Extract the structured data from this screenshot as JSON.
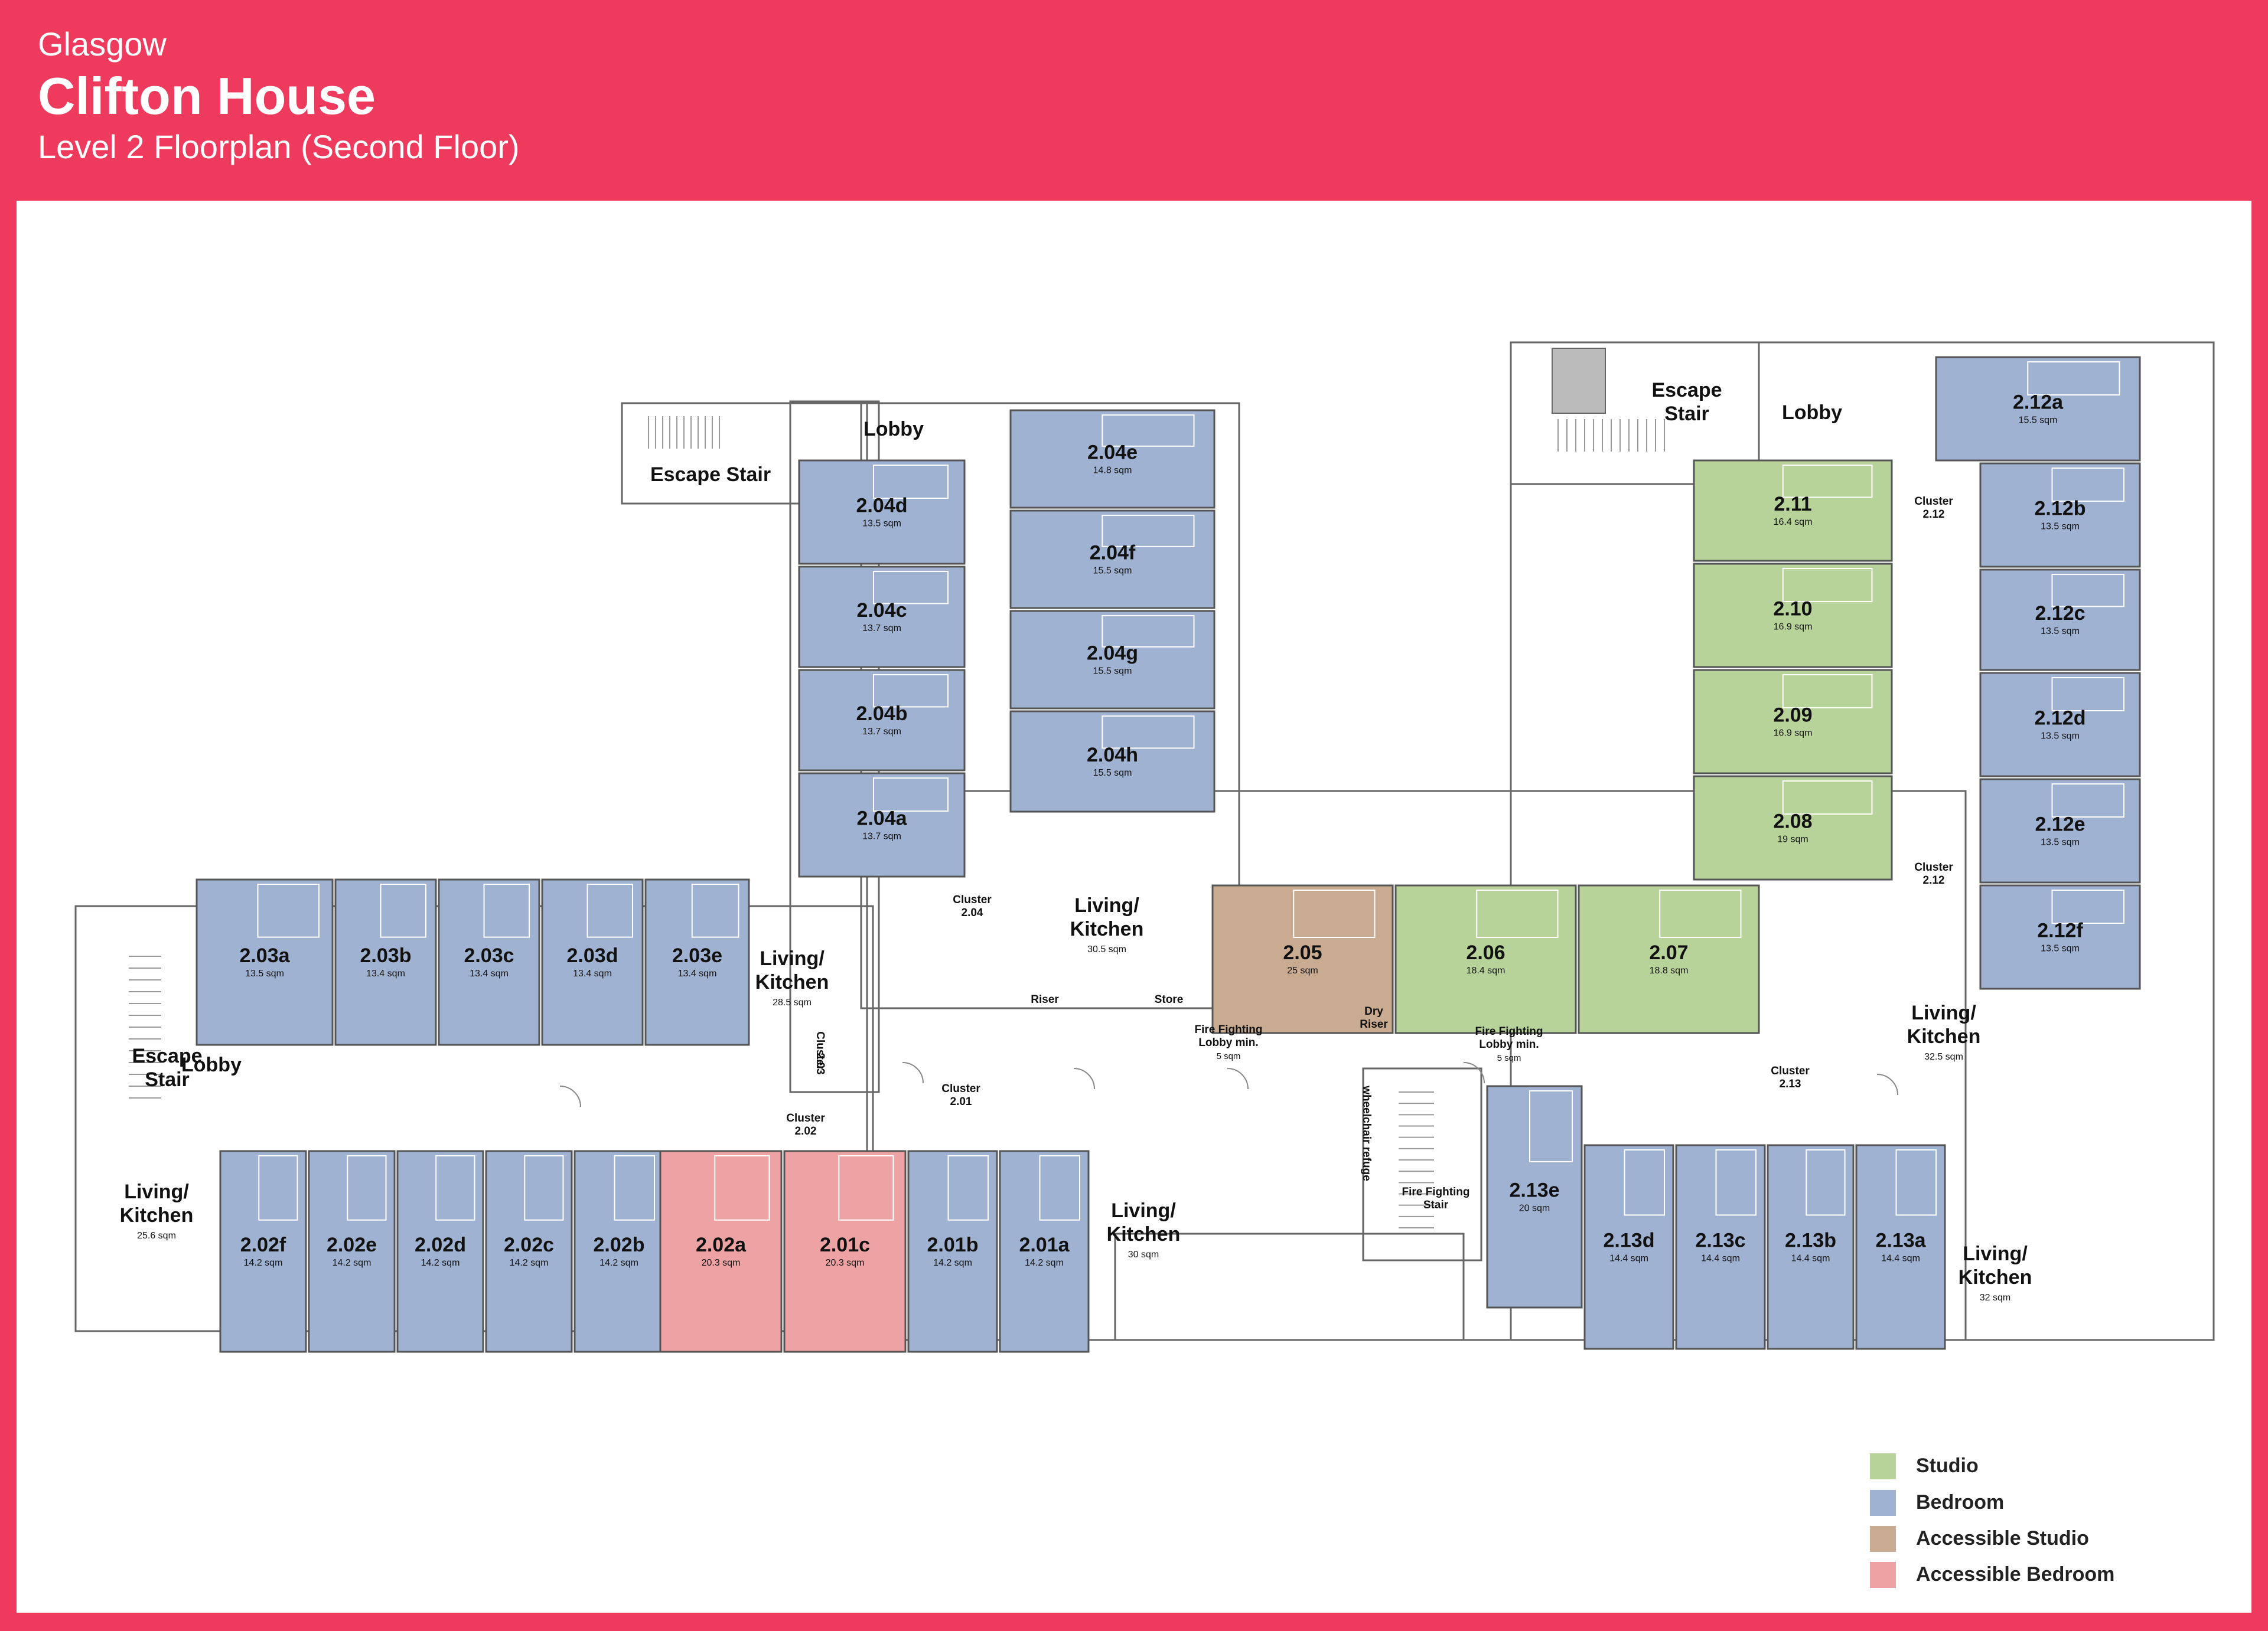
{
  "header": {
    "city": "Glasgow",
    "building": "Clifton House",
    "floor_title": "Level 2 Floorplan (Second Floor)"
  },
  "colors": {
    "header_bg": "#ee3a5c",
    "studio": "#b8d39a",
    "bedroom": "#9fb2d1",
    "accessible_studio": "#c9ab92",
    "accessible_bedroom": "#eda3a3"
  },
  "legend": [
    {
      "key": "studio",
      "label": "Studio"
    },
    {
      "key": "bedroom",
      "label": "Bedroom"
    },
    {
      "key": "accessible_studio",
      "label": "Accessible Studio"
    },
    {
      "key": "accessible_bedroom",
      "label": "Accessible Bedroom"
    }
  ],
  "rooms": [
    {
      "id": "2.04d",
      "area": "13.5 sqm",
      "type": "bedroom"
    },
    {
      "id": "2.04c",
      "area": "13.7 sqm",
      "type": "bedroom"
    },
    {
      "id": "2.04b",
      "area": "13.7 sqm",
      "type": "bedroom"
    },
    {
      "id": "2.04a",
      "area": "13.7 sqm",
      "type": "bedroom"
    },
    {
      "id": "2.04e",
      "area": "14.8 sqm",
      "type": "bedroom"
    },
    {
      "id": "2.04f",
      "area": "15.5 sqm",
      "type": "bedroom"
    },
    {
      "id": "2.04g",
      "area": "15.5 sqm",
      "type": "bedroom"
    },
    {
      "id": "2.04h",
      "area": "15.5 sqm",
      "type": "bedroom"
    },
    {
      "id": "2.03a",
      "area": "13.5 sqm",
      "type": "bedroom"
    },
    {
      "id": "2.03b",
      "area": "13.4 sqm",
      "type": "bedroom"
    },
    {
      "id": "2.03c",
      "area": "13.4 sqm",
      "type": "bedroom"
    },
    {
      "id": "2.03d",
      "area": "13.4 sqm",
      "type": "bedroom"
    },
    {
      "id": "2.03e",
      "area": "13.4 sqm",
      "type": "bedroom"
    },
    {
      "id": "2.02f",
      "area": "14.2 sqm",
      "type": "bedroom"
    },
    {
      "id": "2.02e",
      "area": "14.2 sqm",
      "type": "bedroom"
    },
    {
      "id": "2.02d",
      "area": "14.2 sqm",
      "type": "bedroom"
    },
    {
      "id": "2.02c",
      "area": "14.2 sqm",
      "type": "bedroom"
    },
    {
      "id": "2.02b",
      "area": "14.2 sqm",
      "type": "bedroom"
    },
    {
      "id": "2.02a",
      "area": "20.3 sqm",
      "type": "accessible_bedroom"
    },
    {
      "id": "2.01c",
      "area": "20.3 sqm",
      "type": "accessible_bedroom"
    },
    {
      "id": "2.01b",
      "area": "14.2 sqm",
      "type": "bedroom"
    },
    {
      "id": "2.01a",
      "area": "14.2 sqm",
      "type": "bedroom"
    },
    {
      "id": "2.05",
      "area": "25 sqm",
      "type": "accessible_studio"
    },
    {
      "id": "2.06",
      "area": "18.4 sqm",
      "type": "studio"
    },
    {
      "id": "2.07",
      "area": "18.8 sqm",
      "type": "studio"
    },
    {
      "id": "2.11",
      "area": "16.4 sqm",
      "type": "studio"
    },
    {
      "id": "2.10",
      "area": "16.9 sqm",
      "type": "studio"
    },
    {
      "id": "2.09",
      "area": "16.9 sqm",
      "type": "studio"
    },
    {
      "id": "2.08",
      "area": "19 sqm",
      "type": "studio"
    },
    {
      "id": "2.12a",
      "area": "15.5 sqm",
      "type": "bedroom"
    },
    {
      "id": "2.12b",
      "area": "13.5 sqm",
      "type": "bedroom"
    },
    {
      "id": "2.12c",
      "area": "13.5 sqm",
      "type": "bedroom"
    },
    {
      "id": "2.12d",
      "area": "13.5 sqm",
      "type": "bedroom"
    },
    {
      "id": "2.12e",
      "area": "13.5 sqm",
      "type": "bedroom"
    },
    {
      "id": "2.12f",
      "area": "13.5 sqm",
      "type": "bedroom"
    },
    {
      "id": "2.13e",
      "area": "20 sqm",
      "type": "bedroom"
    },
    {
      "id": "2.13d",
      "area": "14.4 sqm",
      "type": "bedroom"
    },
    {
      "id": "2.13c",
      "area": "14.4 sqm",
      "type": "bedroom"
    },
    {
      "id": "2.13b",
      "area": "14.4 sqm",
      "type": "bedroom"
    },
    {
      "id": "2.13a",
      "area": "14.4 sqm",
      "type": "bedroom"
    }
  ],
  "spaces": [
    {
      "lines": [
        "Living/",
        "Kitchen"
      ],
      "area": "30.5 sqm"
    },
    {
      "lines": [
        "Living/",
        "Kitchen"
      ],
      "area": "28.5 sqm"
    },
    {
      "lines": [
        "Living/",
        "Kitchen"
      ],
      "area": "25.6 sqm"
    },
    {
      "lines": [
        "Living/",
        "Kitchen"
      ],
      "area": "30 sqm"
    },
    {
      "lines": [
        "Living/",
        "Kitchen"
      ],
      "area": "32.5 sqm"
    },
    {
      "lines": [
        "Living/",
        "Kitchen"
      ],
      "area": "32 sqm"
    },
    {
      "lines": [
        "Escape Stair"
      ],
      "area": ""
    },
    {
      "lines": [
        "Escape",
        "Stair"
      ],
      "area": ""
    },
    {
      "lines": [
        "Escape",
        "Stair"
      ],
      "area": ""
    },
    {
      "lines": [
        "Lobby"
      ],
      "area": ""
    },
    {
      "lines": [
        "Lobby"
      ],
      "area": ""
    },
    {
      "lines": [
        "Lobby"
      ],
      "area": ""
    }
  ],
  "labels": [
    {
      "lines": [
        "Cluster",
        "2.04"
      ]
    },
    {
      "lines": [
        "Cluster",
        "2.03"
      ]
    },
    {
      "lines": [
        "Cluster",
        "2.02"
      ]
    },
    {
      "lines": [
        "Cluster",
        "2.01"
      ]
    },
    {
      "lines": [
        "Cluster",
        "2.12"
      ]
    },
    {
      "lines": [
        "Cluster",
        "2.12"
      ]
    },
    {
      "lines": [
        "Cluster",
        "2.13"
      ]
    },
    {
      "lines": [
        "Riser"
      ]
    },
    {
      "lines": [
        "Store"
      ]
    },
    {
      "lines": [
        "Dry",
        "Riser"
      ]
    },
    {
      "lines": [
        "Fire Fighting",
        "Lobby min."
      ],
      "sub": "5 sqm"
    },
    {
      "lines": [
        "Fire Fighting",
        "Lobby min."
      ],
      "sub": "5 sqm"
    },
    {
      "lines": [
        "Fire Fighting",
        "Stair"
      ]
    },
    {
      "lines": [
        "wheelchair refuge"
      ]
    }
  ]
}
